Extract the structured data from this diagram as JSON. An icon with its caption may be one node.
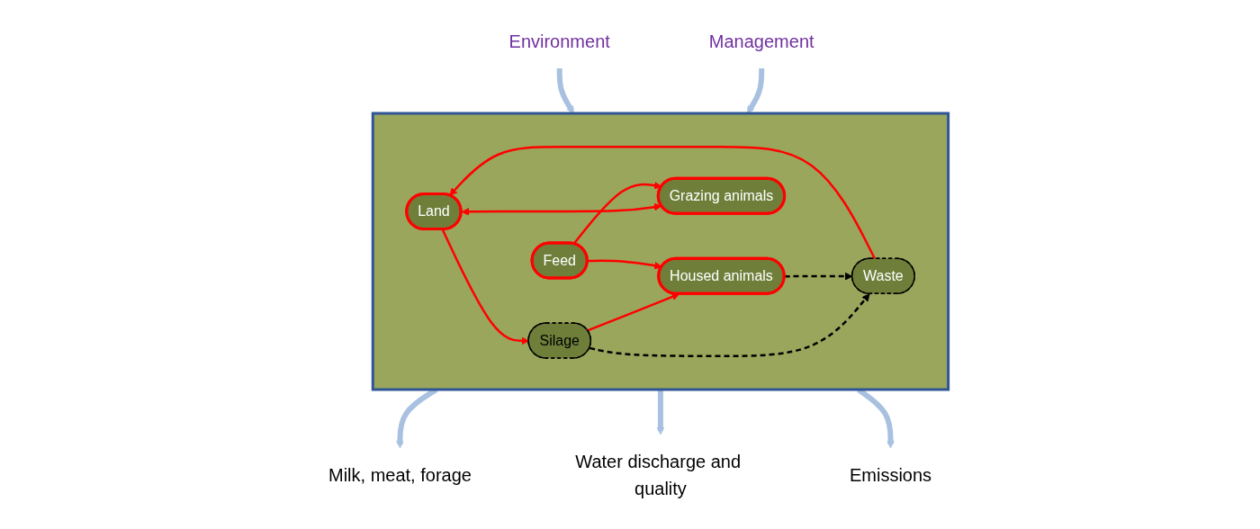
{
  "diagram": {
    "nodes": [
      {
        "text": [
          "Environment"
        ]
      },
      {
        "text": [
          "Management"
        ]
      },
      {
        "text": [],
        "shape": "picture"
      },
      {
        "text": [
          "Land"
        ],
        "in": 2
      },
      {
        "text": [
          "Silage"
        ],
        "in": 2
      },
      {
        "text": [
          "Housed animals"
        ],
        "in": 2
      },
      {
        "text": [
          "Waste"
        ],
        "in": 2
      },
      {
        "text": [
          "Grazing animals"
        ],
        "in": 2
      },
      {
        "text": [
          "Feed"
        ],
        "in": 2
      },
      {
        "text": [
          "Milk, meat, forage"
        ]
      },
      {
        "text": [
          "Water discharge and quality"
        ]
      },
      {
        "text": [
          "Emissions"
        ]
      }
    ],
    "edges": [
      {
        "from": 0,
        "to": 2,
        "arrow": "to",
        "style": "thick",
        "color": "#a9c1e0"
      },
      {
        "from": 1,
        "to": 2,
        "arrow": "to",
        "style": "thick",
        "color": "#a9c1e0"
      },
      {
        "from": 3,
        "to": 4,
        "arrow": "to"
      },
      {
        "from": 4,
        "to": 5,
        "arrow": "to"
      },
      {
        "from": 4,
        "to": 6,
        "arrow": "to",
        "style": "dashed",
        "color": "#000000"
      },
      {
        "from": 5,
        "to": 6,
        "arrow": "to",
        "style": "dashed",
        "color": "#000000"
      },
      {
        "from": 6,
        "to": 3,
        "arrow": "to"
      },
      {
        "from": 3,
        "to": 7,
        "arrow": "both"
      },
      {
        "from": 8,
        "to": 7,
        "arrow": "to"
      },
      {
        "from": 8,
        "to": 5,
        "arrow": "to"
      },
      {
        "from": 2,
        "to": 9,
        "arrow": "to",
        "style": "thick",
        "color": "#a9c1e0"
      },
      {
        "from": 2,
        "to": 10,
        "arrow": "to",
        "style": "thick",
        "color": "#a9c1e0"
      },
      {
        "from": 2,
        "to": 11,
        "arrow": "to",
        "style": "thick",
        "color": "#a9c1e0"
      }
    ]
  }
}
